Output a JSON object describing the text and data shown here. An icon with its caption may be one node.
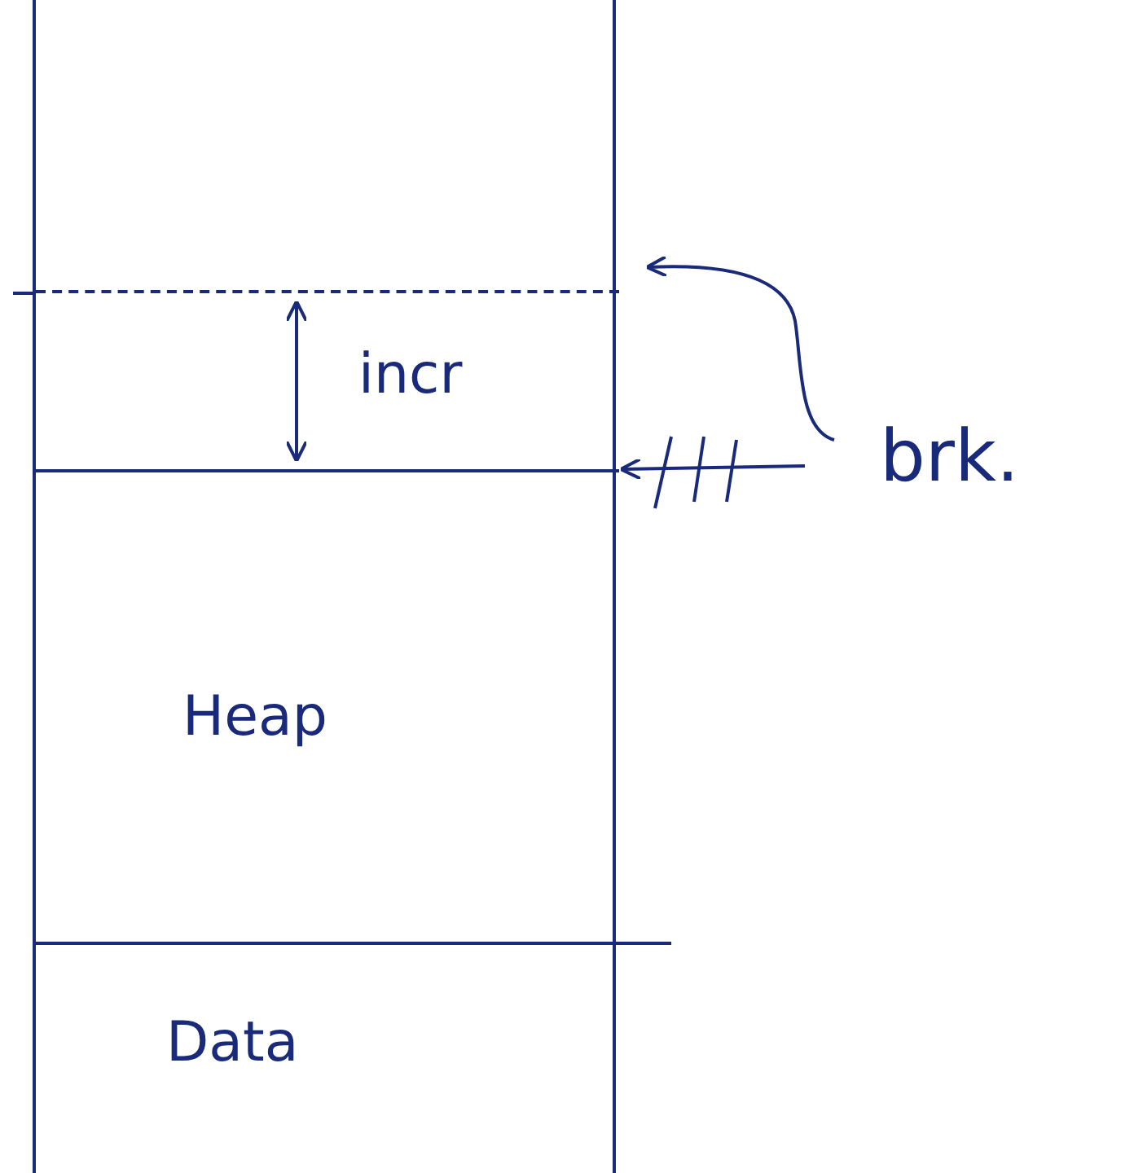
{
  "diagram": {
    "nodes": [
      {
        "text": [],
        "shape": "box"
      },
      {
        "text": [
          "incr"
        ],
        "in": 0
      },
      {
        "text": [
          "Heap"
        ],
        "in": 0
      },
      {
        "text": [
          "Data"
        ],
        "in": 0
      },
      {
        "text": [
          "brk."
        ]
      }
    ],
    "edges": [
      {
        "from": 4,
        "to": 1,
        "arrow": "to"
      },
      {
        "from": null,
        "to": 2,
        "arrow": "to"
      }
    ]
  }
}
